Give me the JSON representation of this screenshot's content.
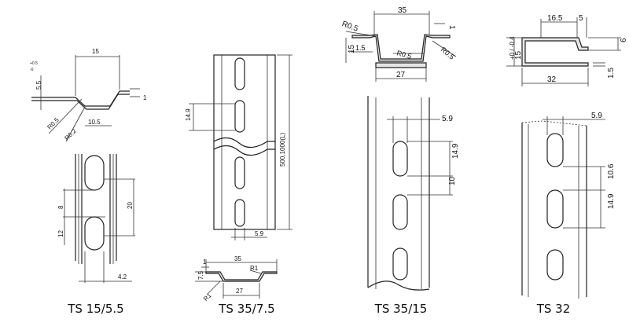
{
  "captions": [
    "TS 15/5.5",
    "TS 35/7.5",
    "TS 35/15",
    "TS 32"
  ],
  "dimensions": {
    "ts15": {
      "top_width": "15",
      "height": "5.5",
      "height_tol_upper": "+0.5",
      "height_tol_lower": "-0",
      "thickness": "1",
      "r1": "R0.5",
      "r2": "R0.2",
      "bottom_width": "10.5",
      "slot_pitch": "20",
      "slot_gap": "8",
      "slot_len": "12",
      "slot_w": "4.2"
    },
    "ts35_75": {
      "slot_len": "14.9",
      "length": "500,1000(L)",
      "slot_w": "5.9",
      "top_width": "35",
      "height": "7.5",
      "thickness": "1",
      "r1": "R1",
      "r1b": "R1",
      "bottom_width": "27"
    },
    "ts35_15": {
      "top_width": "35",
      "thickness": "1",
      "r_left": "R0.5",
      "inner_1_5": "1.5",
      "r_mid": "R0.5",
      "r_right": "R0.5",
      "height": "15",
      "bottom_width": "27",
      "slot_w": "5.9",
      "slot_len": "14.9",
      "slot_gap": "10"
    },
    "ts32": {
      "top_width": "16.5",
      "lip": "5",
      "height": "15",
      "height_tol": "+0 / -0.4",
      "depth": "6",
      "thickness": "1.5",
      "width": "32",
      "slot_w": "5.9",
      "slot_gap": "10.6",
      "slot_len": "14.9"
    }
  }
}
